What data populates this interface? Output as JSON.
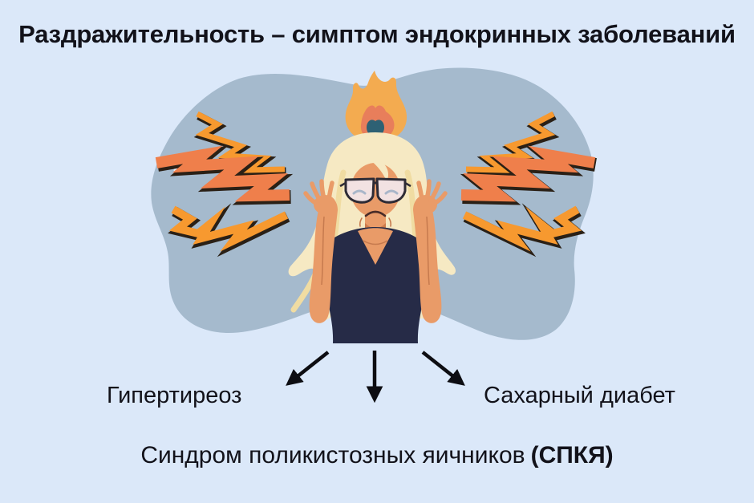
{
  "title": "Раздражительность – симптом эндокринных заболеваний",
  "labels": {
    "hyperthyroidism": "Гипертиреоз",
    "diabetes": "Сахарный диабет",
    "pcos_main": "Синдром поликистозных яичников",
    "pcos_abbr": "(СПКЯ)"
  },
  "illustration": {
    "center": "angry-woman-with-fire-over-head",
    "side_icons": "orange-lightning-bolts",
    "arrow_count": 3
  },
  "colors": {
    "page_bg": "#dbe8f9",
    "blob": "#a5bacd",
    "text": "#12121a",
    "bolt_bright": "#f7992f",
    "bolt_dark": "#ef7f4b",
    "outline": "#2a2016",
    "flame_outer": "#f3ab50",
    "flame_mid": "#e87e5b",
    "flame_core": "#2e6174",
    "skin": "#e99b68",
    "skin_shadow": "#cd7b4b",
    "skin_line": "#c67a4e",
    "hair": "#f6e9c3",
    "hair_shade": "#f0dca2",
    "shirt": "#262b47",
    "lens": "#f2e2e2",
    "frame": "#2e2b35",
    "eye": "#a9b6c9",
    "mouth": "#4a2c28",
    "arrow": "#0d0d12"
  }
}
